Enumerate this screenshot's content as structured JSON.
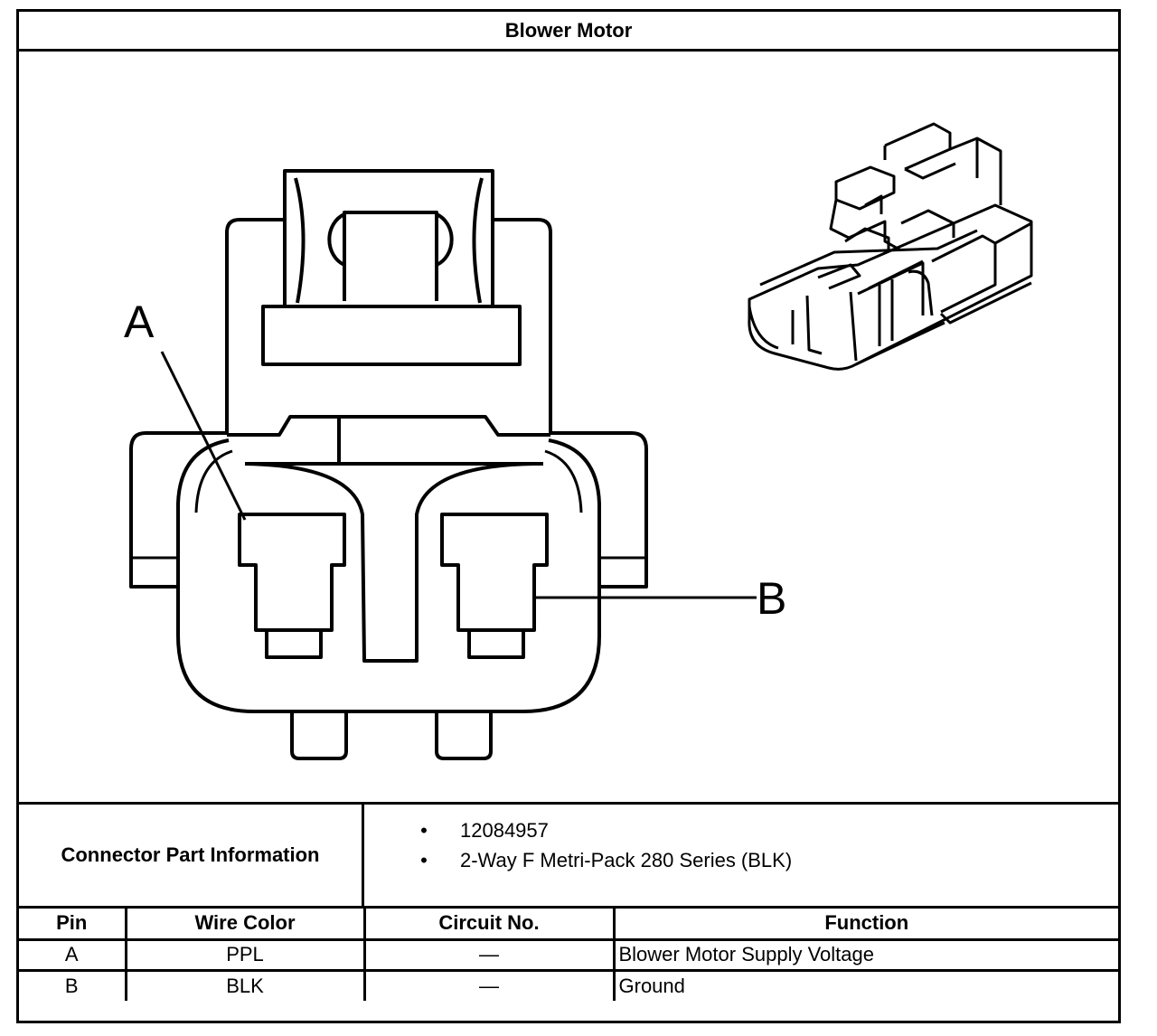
{
  "title": "Blower Motor",
  "diagram": {
    "pin_labels": [
      "A",
      "B"
    ]
  },
  "connector_info": {
    "label": "Connector Part Information",
    "items": [
      "12084957",
      "2-Way F Metri-Pack 280 Series (BLK)"
    ],
    "bullet": "•"
  },
  "pin_table": {
    "headers": [
      "Pin",
      "Wire Color",
      "Circuit No.",
      "Function"
    ],
    "rows": [
      {
        "pin": "A",
        "wire_color": "PPL",
        "circuit": "—",
        "function": "Blower Motor Supply Voltage"
      },
      {
        "pin": "B",
        "wire_color": "BLK",
        "circuit": "—",
        "function": "Ground"
      }
    ]
  }
}
